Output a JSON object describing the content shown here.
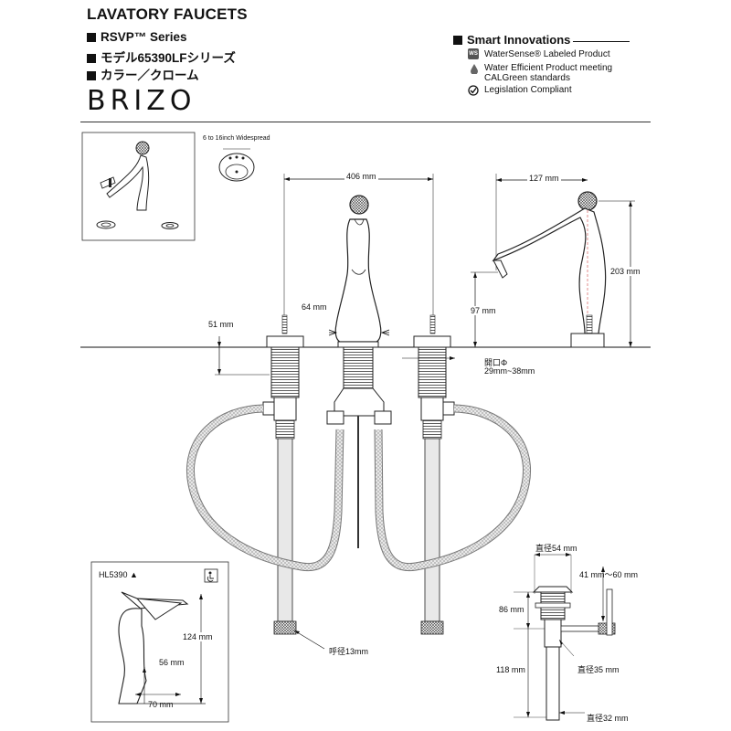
{
  "header": {
    "title": "LAVATORY FAUCETS",
    "series": "RSVP™ Series",
    "model": "モデル65390LFシリーズ",
    "color": "カラー／クローム",
    "brand": "BRIZO"
  },
  "smart": {
    "heading": "Smart Innovations",
    "items": [
      {
        "icon": "watersense-icon",
        "text": "WaterSense® Labeled Product"
      },
      {
        "icon": "water-drop-icon",
        "text": "Water Efficient Product meeting"
      },
      {
        "icon": "",
        "text": "CALGreen standards"
      },
      {
        "icon": "check-circle-icon",
        "text": "Legislation Compliant"
      }
    ]
  },
  "diagram": {
    "spread_label": "6 to 16inch Widespread",
    "dim_406": "406 mm",
    "dim_127": "127 mm",
    "dim_203": "203 mm",
    "dim_97": "97 mm",
    "dim_64": "64 mm",
    "dim_51": "51 mm",
    "hole_label": "開口Φ",
    "hole_range": "29mm~38mm",
    "supply_label": "呼径13mm",
    "inset_model": "HL5390",
    "inset_124": "124 mm",
    "inset_56": "56 mm",
    "inset_70": "70 mm",
    "drain_54": "直径54 mm",
    "drain_41_60": "41 mm～60 mm",
    "drain_86": "86 mm",
    "drain_118": "118 mm",
    "drain_35": "直径35 mm",
    "drain_32": "直径32 mm"
  }
}
